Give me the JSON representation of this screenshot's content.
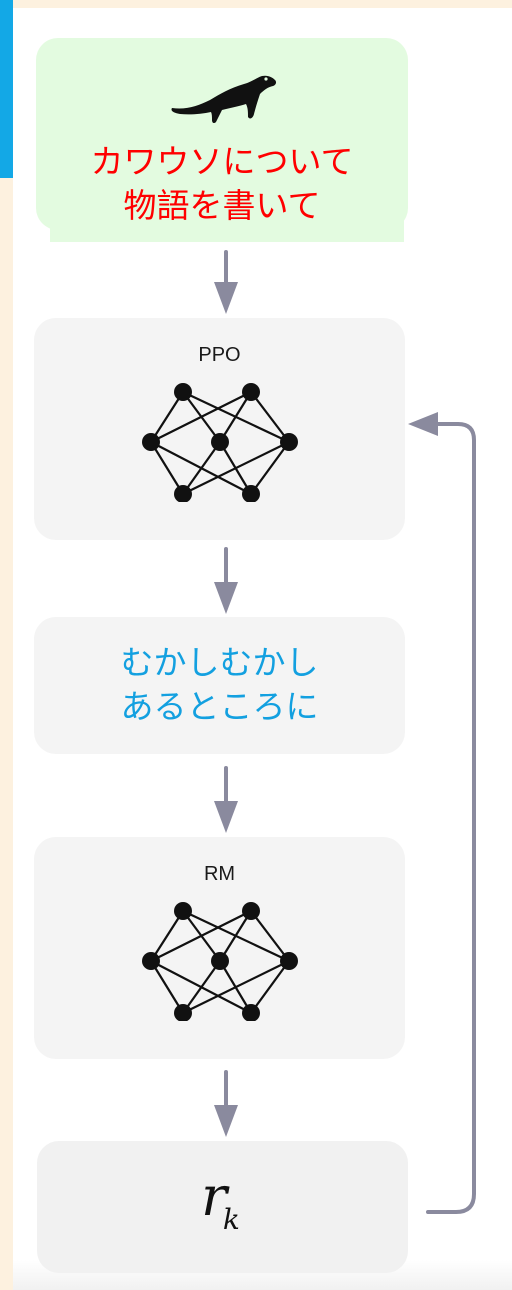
{
  "diagram": {
    "prompt": {
      "text": "カワウソについて\n物語を書いて",
      "icon": "otter-icon",
      "color": "#ff0000"
    },
    "policy": {
      "label": "PPO",
      "icon": "neural-network-icon"
    },
    "output": {
      "text": "むかしむかし\nあるところに",
      "color": "#13a0e0"
    },
    "reward_model": {
      "label": "RM",
      "icon": "neural-network-icon"
    },
    "reward": {
      "symbol": "r",
      "subscript": "k"
    }
  },
  "colors": {
    "prompt_background": "#e3fbe0",
    "node_background": "#f4f4f4",
    "arrow": "#8a8a9e",
    "accent": "#13a8e6",
    "page_background": "#fdf1df"
  }
}
